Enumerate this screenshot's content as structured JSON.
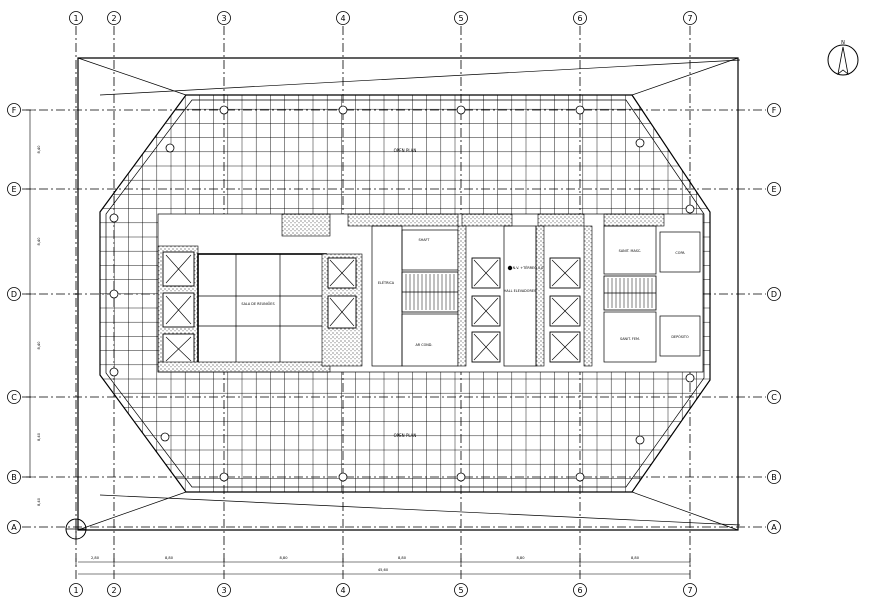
{
  "grid": {
    "columns": [
      "1",
      "2",
      "3",
      "4",
      "5",
      "6",
      "7"
    ],
    "rows": [
      "F",
      "E",
      "D",
      "C",
      "B",
      "A"
    ]
  },
  "north_arrow": {
    "label": "N"
  },
  "rooms": {
    "open_north": "OPEN PLAN",
    "open_south": "OPEN PLAN",
    "meeting": "SALA DE REUNIÕES",
    "elevator_hall": "HALL ELEVADORES",
    "level_marker": "N.V. +TÉRREO 0.0",
    "shaft": "SHAFT",
    "ac_room": "AR COND.",
    "toilets_m": "SANIT. MASC.",
    "toilets_f": "SANIT. FEM.",
    "pantry": "COPA",
    "storage": "DEPÓSITO",
    "elec": "ELÉTRICA"
  },
  "dimensions": {
    "horizontal": [
      "2,80",
      "8,80",
      "8,80",
      "8,80",
      "8,80",
      "8,80"
    ],
    "total": "45,60",
    "vertical": [
      "8,40",
      "8,40",
      "8,40",
      "8,40",
      "8,40"
    ]
  },
  "colors": {
    "line": "#000000",
    "paper": "#ffffff"
  }
}
